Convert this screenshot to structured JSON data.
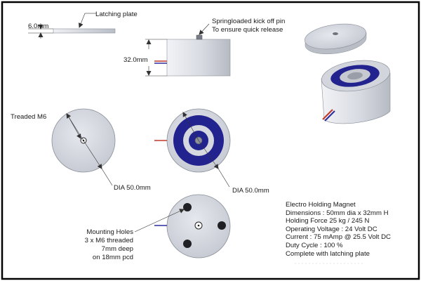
{
  "colors": {
    "frame": "#000000",
    "body_light": "#dcdfe6",
    "body_mid": "#c9ccd4",
    "body_dark": "#a9adb6",
    "coil": "#1f1f8f",
    "coil_dark": "#12126b",
    "lead_red": "#c0392b",
    "lead_blue": "#2c2c9c",
    "dimension_line": "#333333"
  },
  "annotations": {
    "latching_plate": "Latching plate",
    "spring_pin_line1": "Springloaded kick off pin",
    "spring_pin_line2": "To ensure quick release",
    "plate_thickness": "6.0mm",
    "body_height": "32.0mm",
    "treaded_m6": "Treaded M6",
    "dia_left": "DIA 50.0mm",
    "dia_right": "DIA 50.0mm",
    "mounting_line1": "Mounting Holes",
    "mounting_line2": "3 x M6 threaded",
    "mounting_line3": "7mm deep",
    "mounting_line4": "on 18mm pcd"
  },
  "specs": {
    "title": "Electro Holding Magnet",
    "lines": [
      "Dimensions : 50mm dia x 32mm H",
      "Holding Force 25 kg / 245 N",
      "Operating Voltage : 24 Volt DC",
      "Current : 75 mAmp @ 25.5 Volt DC",
      "Duty Cycle : 100 %",
      "Complete with latching plate"
    ]
  }
}
